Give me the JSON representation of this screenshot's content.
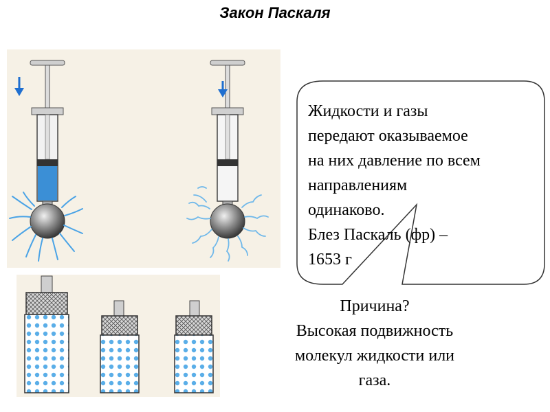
{
  "slide": {
    "title": "Закон Паскаля"
  },
  "callout": {
    "lines": [
      "Жидкости и газы",
      "передают оказываемое",
      "на них давление по всем",
      "направлениям",
      "одинаково.",
      "Блез Паскаль (фр) –",
      "1653 г"
    ]
  },
  "reason": {
    "lines": [
      "Причина?",
      "Высокая подвижность",
      "молекул жидкости или",
      "газа."
    ]
  },
  "colors": {
    "liquid": "#3b8fd6",
    "dots": "#5aaee8",
    "paper": "#f6f1e6",
    "callout_border": "#333333"
  },
  "icons": [
    "down-arrow-icon"
  ]
}
